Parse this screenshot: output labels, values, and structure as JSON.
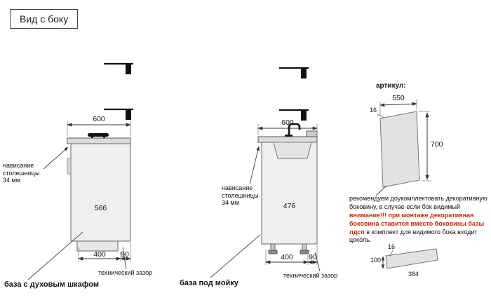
{
  "title": "Вид с боку",
  "colors": {
    "accent_red": "#cc2b00",
    "line": "#555555",
    "fill_light": "#efefef"
  },
  "left_unit": {
    "caption": "база с духовым шкафом",
    "top_width": "600",
    "depth": "566",
    "overhang_note": "нависание столешницы 34 мм",
    "plinth_depth": "400",
    "rear_gap": "90",
    "gap_note": "технический зазор"
  },
  "sink_unit": {
    "caption": "база под мойку",
    "top_width": "600",
    "depth": "476",
    "overhang_note": "нависание столешницы 34 мм",
    "plinth_depth": "400",
    "rear_gap": "90",
    "gap_note": "технический зазор"
  },
  "side_panel": {
    "heading": "артикул:",
    "width": "550",
    "thickness": "16",
    "height": "700",
    "note_part1": "рекомендуем доукомплектовать декоративную боковину, в случае если бок видимый",
    "note_warning": "внимание!!! при монтаже декоративная боковина ставится вместо боковины базы лдсп",
    "note_part2": "в комплект для видимого бока входит цоколь."
  },
  "plinth_strip": {
    "thickness": "16",
    "height": "100",
    "length": "384"
  }
}
